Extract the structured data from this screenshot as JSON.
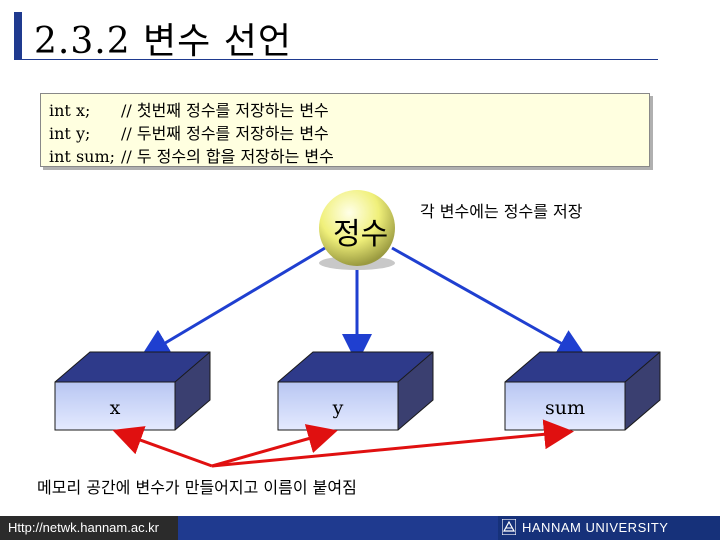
{
  "title": "2.3.2 변수 선언",
  "code": [
    {
      "decl": "int x;",
      "comment": "// 첫번째 정수를 저장하는 변수"
    },
    {
      "decl": "int y;",
      "comment": "// 두번째 정수를 저장하는 변수"
    },
    {
      "decl": "int sum;",
      "comment": "// 두 정수의 합을 저장하는 변수"
    }
  ],
  "diagram": {
    "type_label": "정수",
    "type_caption": "각 변수에는 정수를 저장",
    "boxes": [
      "x",
      "y",
      "sum"
    ],
    "memory_caption": "메모리 공간에 변수가 만들어지고 이름이 붙여짐",
    "colors": {
      "box_front": "#c8d4f6",
      "box_top": "#2e3a8a",
      "box_side": "#3a3f70",
      "blue_arrow": "#1f3fd0",
      "red_arrow": "#e01010",
      "sphere": "#f2f27a"
    }
  },
  "footer": {
    "url": "Http://netwk.hannam.ac.kr",
    "university": "HANNAM UNIVERSITY"
  }
}
